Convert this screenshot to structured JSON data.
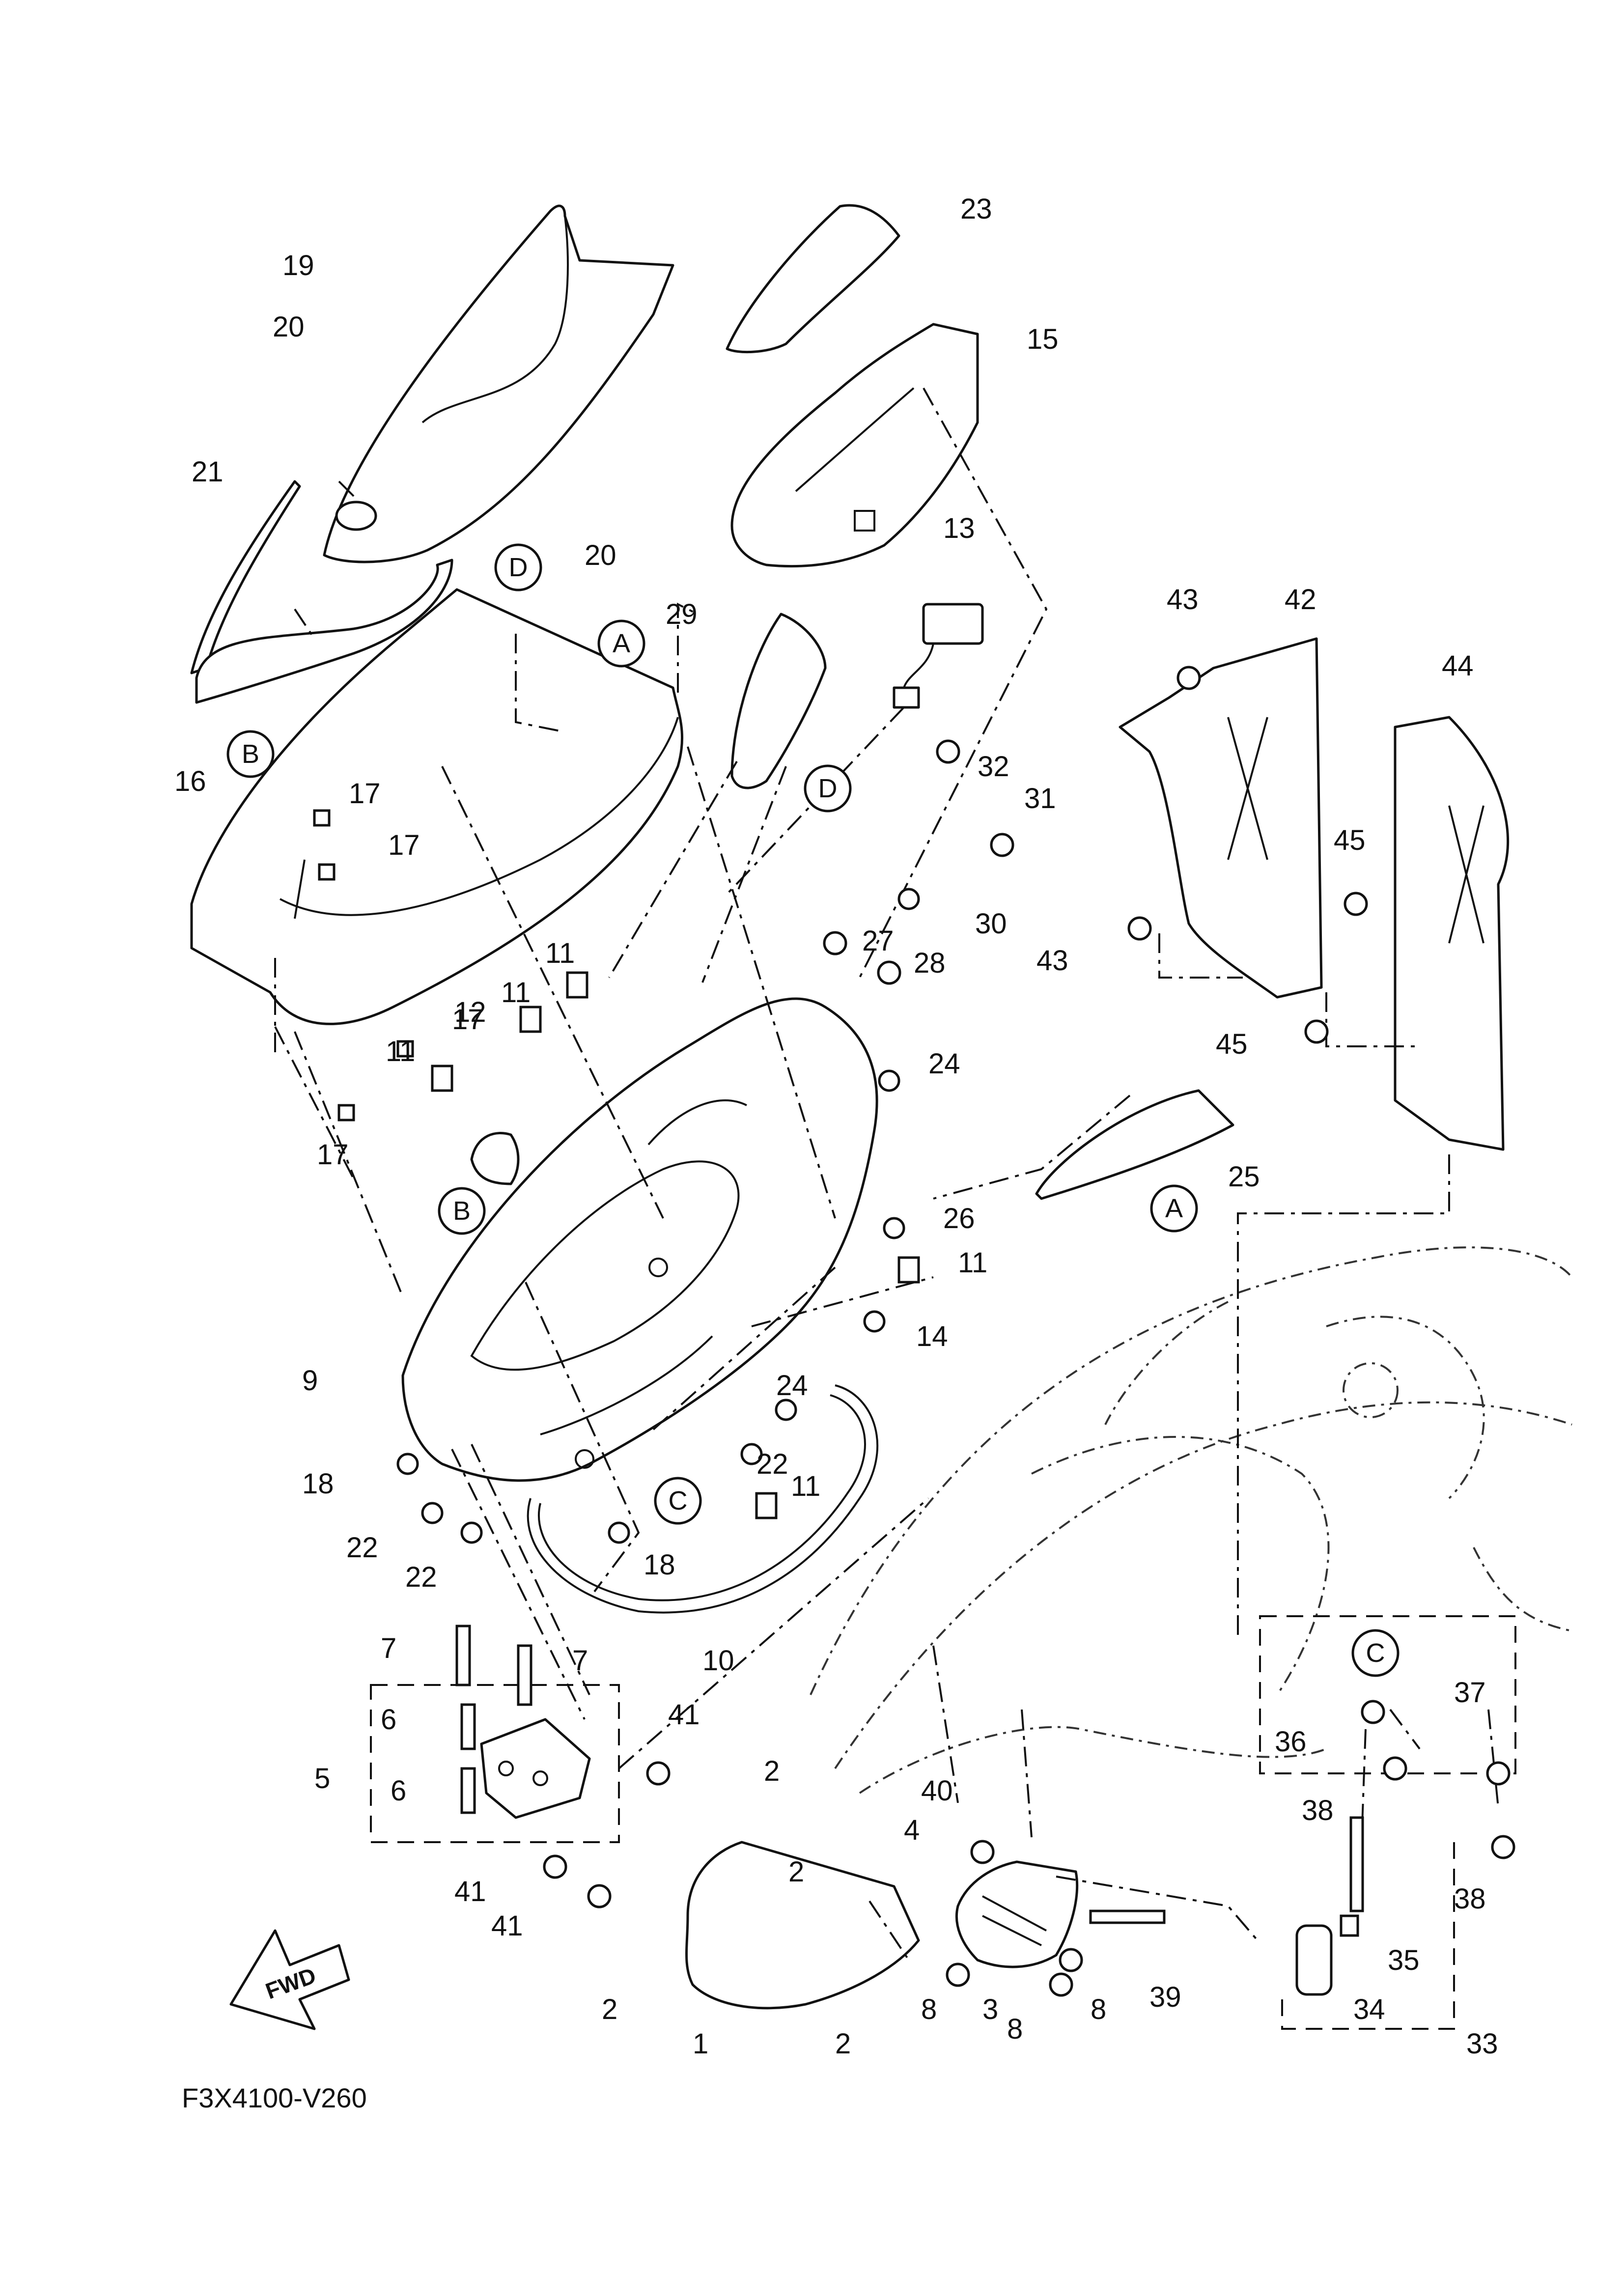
{
  "diagram_code": "F3X4100-V260",
  "fwd_label": "FWD",
  "callouts": [
    {
      "id": "A",
      "label": "A"
    },
    {
      "id": "A2",
      "label": "A"
    },
    {
      "id": "B",
      "label": "B"
    },
    {
      "id": "B2",
      "label": "B"
    },
    {
      "id": "C",
      "label": "C"
    },
    {
      "id": "C2",
      "label": "C"
    },
    {
      "id": "D",
      "label": "D"
    },
    {
      "id": "D2",
      "label": "D"
    }
  ],
  "part_numbers": [
    "1",
    "2",
    "2",
    "2",
    "2",
    "3",
    "4",
    "5",
    "6",
    "6",
    "7",
    "7",
    "8",
    "8",
    "8",
    "9",
    "10",
    "11",
    "11",
    "11",
    "11",
    "11",
    "12",
    "13",
    "14",
    "15",
    "16",
    "17",
    "17",
    "17",
    "17",
    "18",
    "18",
    "19",
    "20",
    "20",
    "21",
    "22",
    "22",
    "22",
    "23",
    "24",
    "24",
    "25",
    "26",
    "27",
    "28",
    "29",
    "30",
    "31",
    "32",
    "33",
    "34",
    "35",
    "36",
    "37",
    "38",
    "38",
    "39",
    "40",
    "41",
    "41",
    "41",
    "42",
    "43",
    "43",
    "44",
    "45",
    "45"
  ]
}
